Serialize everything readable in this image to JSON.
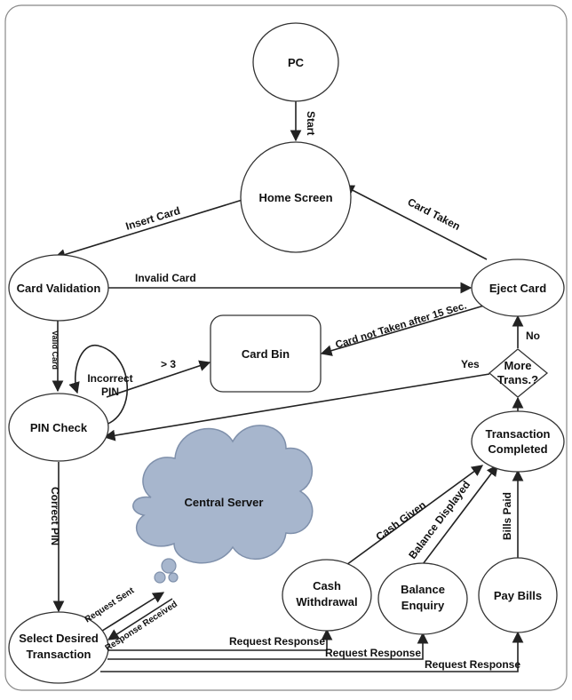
{
  "nodes": {
    "pc": "PC",
    "home_screen": "Home Screen",
    "card_validation": "Card Validation",
    "eject_card": "Eject Card",
    "card_bin": "Card Bin",
    "more_trans": [
      "More",
      "Trans.?"
    ],
    "pin_check": "PIN Check",
    "transaction_completed": [
      "Transaction",
      "Completed"
    ],
    "central_server": "Central Server",
    "cash_withdrawal": [
      "Cash",
      "Withdrawal"
    ],
    "balance_enquiry": [
      "Balance",
      "Enquiry"
    ],
    "pay_bills": "Pay Bills",
    "select_desired_transaction": [
      "Select Desired",
      "Transaction"
    ]
  },
  "edges": {
    "start": "Start",
    "insert_card": "Insert Card",
    "card_taken": "Card Taken",
    "invalid_card": "Invalid Card",
    "card_not_taken": "Card not Taken after 15 Sec.",
    "no": "No",
    "yes": "Yes",
    "valid_card": "Valid Card",
    "incorrect_pin": [
      "Incorrect",
      "PIN"
    ],
    "greater_than_3": "> 3",
    "correct_pin": "Correct PIN",
    "cash_given": "Cash Given",
    "balance_displayed": "Balance Displayed",
    "bills_paid": "Bills Paid",
    "request_sent": "Request Sent",
    "response_received": "Response Received",
    "request_response_1": "Request Response",
    "request_response_2": "Request Response",
    "request_response_3": "Request Response"
  },
  "colors": {
    "cloud_fill": "#a7b6cd",
    "cloud_stroke": "#7f90ab",
    "line": "#222222"
  }
}
